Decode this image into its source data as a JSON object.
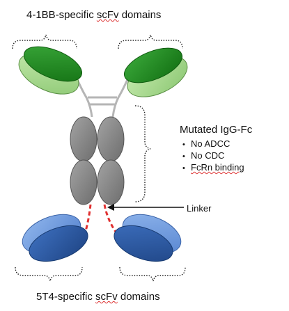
{
  "labels": {
    "top_title_pre": "4-1BB-specific ",
    "top_title_ul": "scFv",
    "top_title_post": " domains",
    "bottom_title_pre": "5T4-specific ",
    "bottom_title_ul": "scFv",
    "bottom_title_post": " domains",
    "fc_title": "Mutated IgG-Fc",
    "fc_items": [
      "No ADCC",
      "No CDC",
      "FcRn binding"
    ],
    "linker": "Linker"
  },
  "colors": {
    "green_dark": "#1e8a1c",
    "green_light": "#a9d98f",
    "blue_dark": "#2c5aa0",
    "blue_light": "#6e9be0",
    "fc_gray": "#8a8a8a",
    "hinge_gray": "#b5b5b5",
    "linker_red": "#e03030",
    "bracket": "#222222"
  }
}
